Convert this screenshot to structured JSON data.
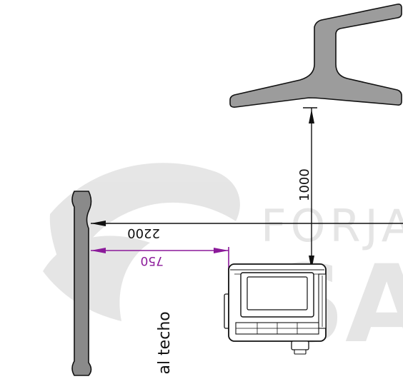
{
  "watermark": {
    "line1": "FORJA",
    "line2": "SA",
    "color": "#9a9a9a"
  },
  "dimensions": {
    "total_distance": "2200",
    "offset_distance": "750",
    "ceiling_height": "1000",
    "black_color": "#111111",
    "accent_color": "#8b1a9a"
  },
  "side_label": "a al techo",
  "colors": {
    "beam_fill": "#9c9c9c",
    "wall_fill": "#8a8a8a",
    "device_fill": "#ffffff",
    "outline": "#111111"
  }
}
